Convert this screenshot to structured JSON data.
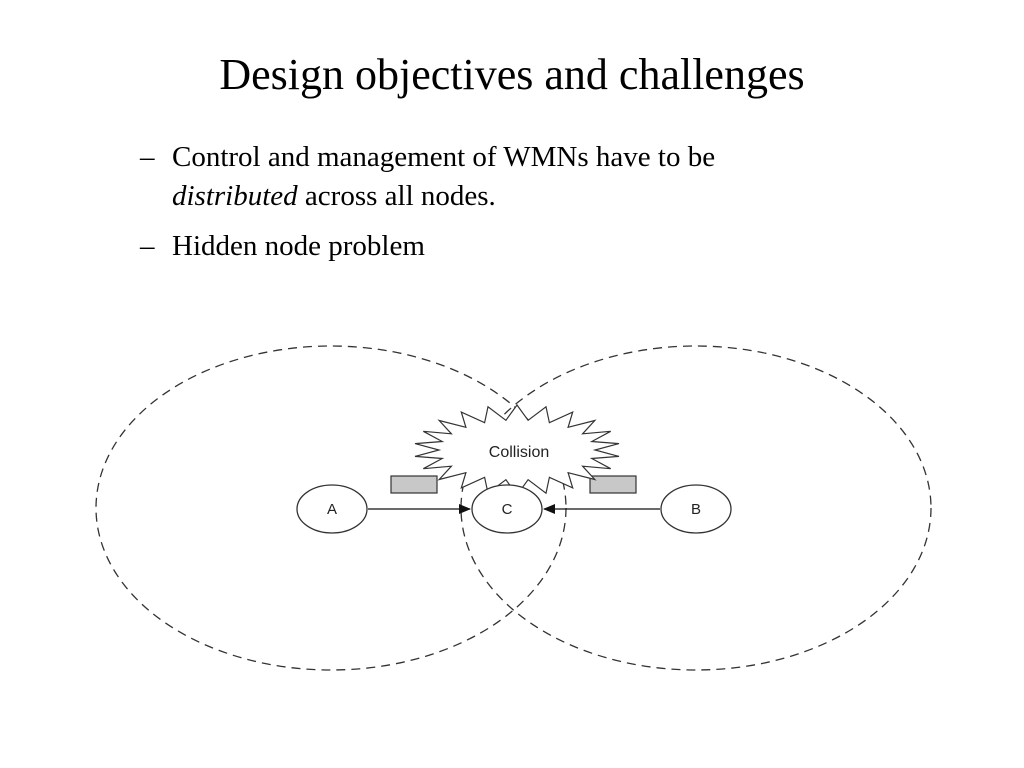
{
  "title": "Design objectives and challenges",
  "bullets": [
    {
      "marker": "–",
      "line1": "Control and management of WMNs have to be",
      "line2_emphasis": "distributed",
      "line2_rest": " across all nodes."
    },
    {
      "marker": "–",
      "text": "Hidden node problem"
    }
  ],
  "diagram": {
    "collision_label": "Collision",
    "nodes": [
      {
        "label": "A"
      },
      {
        "label": "C"
      },
      {
        "label": "B"
      }
    ]
  }
}
